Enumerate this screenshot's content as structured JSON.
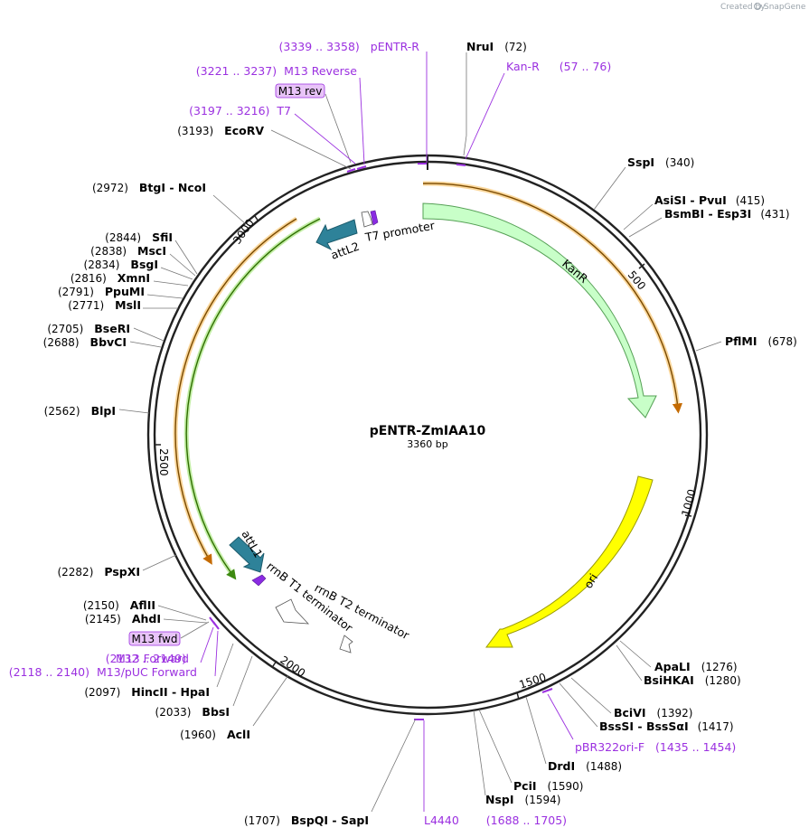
{
  "watermark": {
    "created_by": "Created by",
    "brand": "SnapGene"
  },
  "plasmid": {
    "name": "pENTR-ZmIAA10",
    "length_label": "3360 bp",
    "length": 3360
  },
  "ticks": [
    "500",
    "1000",
    "1500",
    "2000",
    "2500",
    "3000"
  ],
  "colors": {
    "primer": "#9b30e0",
    "kanr": "#c8ffc8",
    "ori": "#ffff00",
    "att": "#2e8299",
    "orf_orange": "#f5a623",
    "orf_green": "#7ac943"
  },
  "features": [
    {
      "name": "KanR",
      "start": 120,
      "end": 915
    },
    {
      "name": "ori",
      "start": 1020,
      "end": 1610
    },
    {
      "name": "attL2",
      "start": 3240,
      "end": 3110
    },
    {
      "name": "T7 promoter",
      "start": 3175,
      "end": 3194
    },
    {
      "name": "attL1",
      "start": 2240,
      "end": 2340
    },
    {
      "name": "rrnB T1 terminator",
      "start": 2175,
      "end": 2130
    },
    {
      "name": "rrnB T2 terminator",
      "start": 2080,
      "end": 2040
    }
  ],
  "sites_right": [
    {
      "name": "NruI",
      "pos": "(72)"
    },
    {
      "name": "SspI",
      "pos": "(340)"
    },
    {
      "name": "AsiSI  - PvuI",
      "pos": "(415)"
    },
    {
      "name": "BsmBI  - Esp3I",
      "pos": "(431)"
    },
    {
      "name": "PflMI",
      "pos": "(678)"
    },
    {
      "name": "ApaLI",
      "pos": "(1276)"
    },
    {
      "name": "BsiHKAI",
      "pos": "(1280)"
    },
    {
      "name": "BciVI",
      "pos": "(1392)"
    },
    {
      "name": "BssSI  - BssSαI",
      "pos": "(1417)"
    },
    {
      "name": "DrdI",
      "pos": "(1488)"
    },
    {
      "name": "PciI",
      "pos": "(1590)"
    },
    {
      "name": "NspI",
      "pos": "(1594)"
    }
  ],
  "sites_left": [
    {
      "name": "EcoRV",
      "pos": "(3193)"
    },
    {
      "name": "BtgI  - NcoI",
      "pos": "(2972)"
    },
    {
      "name": "SfiI",
      "pos": "(2844)"
    },
    {
      "name": "MscI",
      "pos": "(2838)"
    },
    {
      "name": "BsgI",
      "pos": "(2834)"
    },
    {
      "name": "XmnI",
      "pos": "(2816)"
    },
    {
      "name": "PpuMI",
      "pos": "(2791)"
    },
    {
      "name": "MslI",
      "pos": "(2771)"
    },
    {
      "name": "BseRI",
      "pos": "(2705)"
    },
    {
      "name": "BbvCI",
      "pos": "(2688)"
    },
    {
      "name": "BlpI",
      "pos": "(2562)"
    },
    {
      "name": "PspXI",
      "pos": "(2282)"
    },
    {
      "name": "AflII",
      "pos": "(2150)"
    },
    {
      "name": "AhdI",
      "pos": "(2145)"
    },
    {
      "name": "HincII  - HpaI",
      "pos": "(2097)"
    },
    {
      "name": "BbsI",
      "pos": "(2033)"
    },
    {
      "name": "AclI",
      "pos": "(1960)"
    },
    {
      "name": "BspQI  - SapI",
      "pos": "(1707)"
    }
  ],
  "primers": [
    {
      "name": "pENTR-R",
      "range": "(3339 .. 3358)"
    },
    {
      "name": "Kan-R",
      "range": "(57 .. 76)"
    },
    {
      "name": "M13 Reverse",
      "range": "(3221 .. 3237)"
    },
    {
      "name": "T7",
      "range": "(3197 .. 3216)"
    },
    {
      "name": "pBR322ori-F",
      "range": "(1435 .. 1454)"
    },
    {
      "name": "L4440",
      "range": "(1688 .. 1705)"
    },
    {
      "name": "M13 Forward",
      "range": "(2132 .. 2149)"
    },
    {
      "name": "M13/pUC Forward",
      "range": "(2118 .. 2140)"
    }
  ],
  "primer_boxes": {
    "m13_rev": "M13 rev",
    "m13_fwd": "M13 fwd"
  }
}
